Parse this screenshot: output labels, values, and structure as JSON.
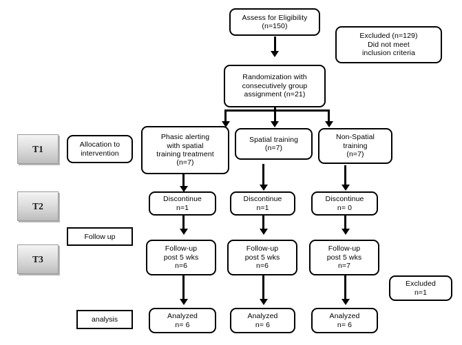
{
  "diagram": {
    "title": "CONSORT-style participant flow diagram",
    "nodes": {
      "assess": {
        "lines": [
          "Assess for Eligibility",
          "(n=150)"
        ]
      },
      "excluded_top": {
        "lines": [
          "Excluded (n=129)",
          "Did not meet",
          "inclusion  criteria"
        ]
      },
      "randomization": {
        "lines": [
          "Randomization with",
          "consecutively group",
          "assignment (n=21)"
        ]
      },
      "arm1": {
        "lines": [
          "Phasic alerting",
          "with spatial",
          "training treatment",
          "(n=7)"
        ]
      },
      "arm2": {
        "lines": [
          "Spatial training",
          "(n=7)"
        ]
      },
      "arm3": {
        "lines": [
          "Non-Spatial",
          "training",
          "(n=7)"
        ]
      },
      "disc1": {
        "lines": [
          "Discontinue",
          "n=1"
        ]
      },
      "disc2": {
        "lines": [
          "Discontinue",
          "n=1"
        ]
      },
      "disc3": {
        "lines": [
          "Discontinue",
          "n= 0"
        ]
      },
      "fu1": {
        "lines": [
          "Follow-up",
          "post 5 wks",
          "n=6"
        ]
      },
      "fu2": {
        "lines": [
          "Follow-up",
          "post 5 wks",
          "n=6"
        ]
      },
      "fu3": {
        "lines": [
          "Follow-up",
          "post 5 wks",
          "n=7"
        ]
      },
      "an1": {
        "lines": [
          "Analyzed",
          "n= 6"
        ]
      },
      "an2": {
        "lines": [
          "Analyzed",
          "n= 6"
        ]
      },
      "an3": {
        "lines": [
          "Analyzed",
          "n= 6"
        ]
      },
      "excluded_low": {
        "lines": [
          "Excluded",
          "n=1"
        ]
      },
      "allocation": {
        "lines": [
          "Allocation to",
          "intervention"
        ]
      }
    },
    "plain_boxes": {
      "followup_label": "Follow up",
      "analysis_label": "analysis"
    },
    "timepoints": {
      "t1": "T1",
      "t2": "T2",
      "t3": "T3"
    },
    "colors": {
      "stroke": "#000000",
      "box_fill": "#ffffff",
      "chip_fill_top": "#f4f4f4",
      "chip_fill_bottom": "#bdbdbd",
      "chip_border": "#9a9a9a"
    }
  }
}
